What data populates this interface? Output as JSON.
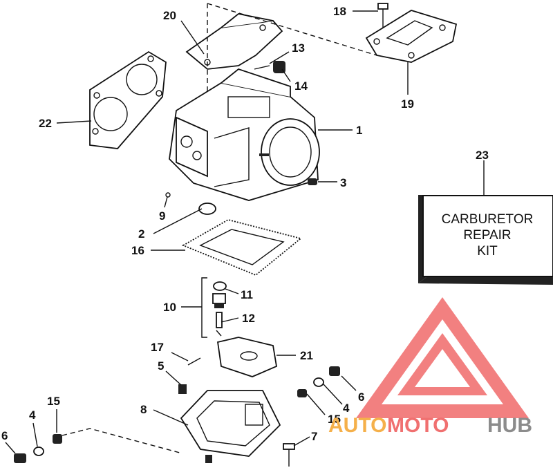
{
  "callouts": [
    "1",
    "2",
    "3",
    "4",
    "5",
    "6",
    "7",
    "8",
    "9",
    "10",
    "11",
    "12",
    "13",
    "14",
    "15",
    "16",
    "17",
    "18",
    "19",
    "20",
    "21",
    "22",
    "23",
    "4",
    "6",
    "15"
  ],
  "kit_box": {
    "line1": "CARBURETOR",
    "line2": "REPAIR",
    "line3": "KIT"
  },
  "watermark": {
    "auto": "AUTO",
    "moto": "MOTO",
    "hub": "HUB",
    "color_auto": "#f5b04a",
    "color_moto": "#f07070",
    "color_hub": "#8c8c8c",
    "logo_color": "#f06a6a"
  }
}
